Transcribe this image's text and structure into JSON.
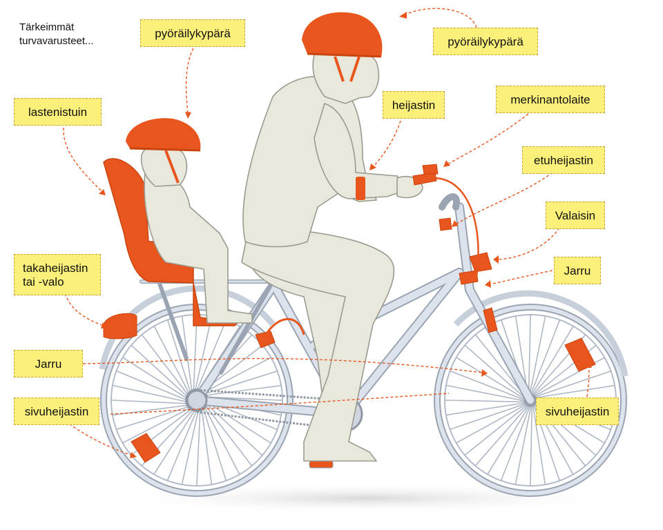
{
  "title_lines": [
    "Tärkeimmät",
    "turvavarusteet..."
  ],
  "labels": {
    "helmet_child": "pyöräilykypärä",
    "helmet_adult": "pyöräilykypärä",
    "child_seat": "lastenistuin",
    "reflector": "heijastin",
    "signal_device": "merkinantolaite",
    "front_reflector": "etuheijastin",
    "lamp": "Valaisin",
    "brake_front": "Jarru",
    "rear_reflector_line1": "takaheijastin",
    "rear_reflector_line2": "tai -valo",
    "brake_rear": "Jarru",
    "side_reflector_rear": "sivuheijastin",
    "side_reflector_front": "sivuheijastin"
  },
  "colors": {
    "accent_orange": "#e8561e",
    "label_fill": "#faf07a",
    "label_border": "#c8a23c",
    "figure_fill": "#e9e8dc",
    "figure_stroke": "#9a9a8f",
    "bike_fill": "#dde3ec",
    "bike_stroke": "#9aa4b2"
  }
}
